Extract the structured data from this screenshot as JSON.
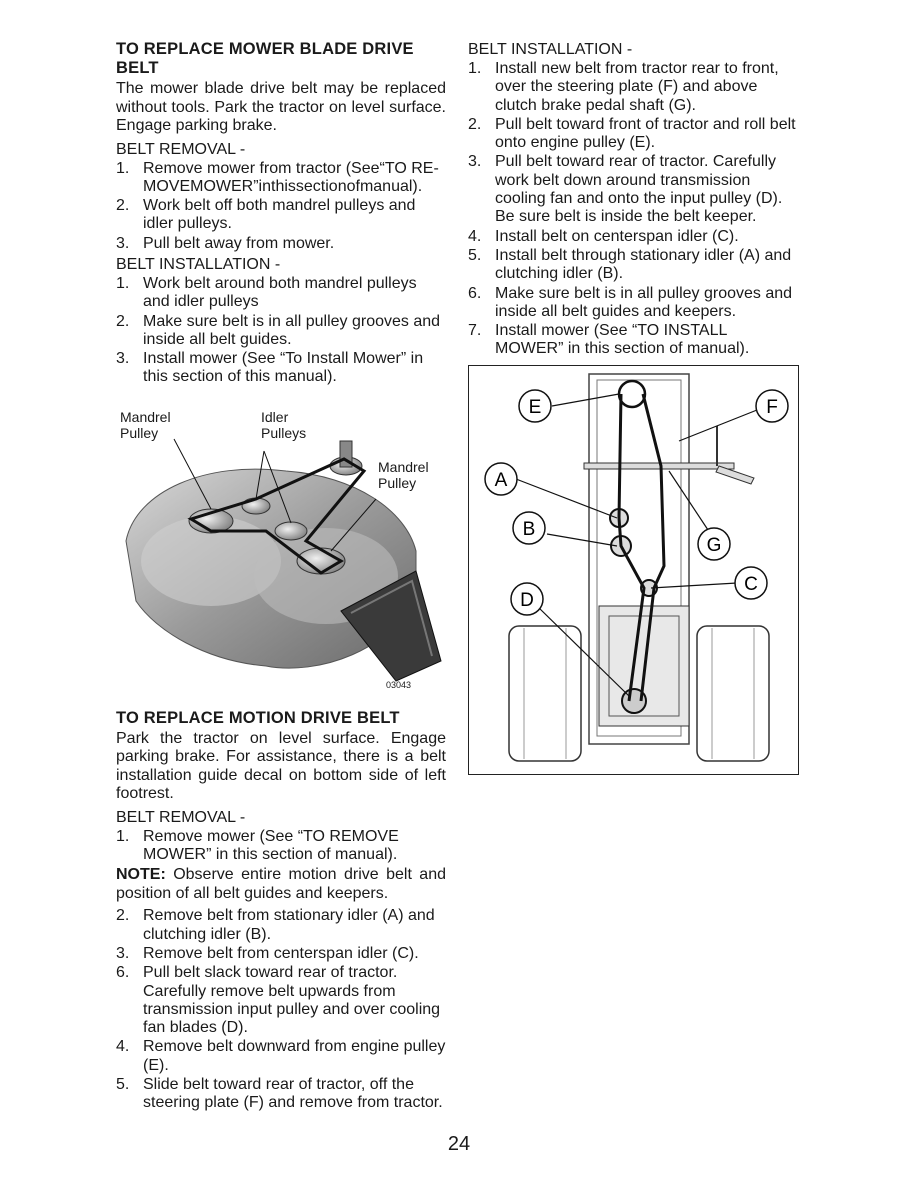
{
  "blade": {
    "heading": "TO REPLACE MOWER BLADE DRIVE BELT",
    "intro": "The mower blade drive belt may be replaced without tools. Park the tractor on level surface. Engage parking brake.",
    "removal_title": "BELT REMOVAL -",
    "removal_steps": [
      {
        "n": "1.",
        "t": "Remove mower from tractor (See“TO RE-MOVEMOWER”inthissectionofmanual)."
      },
      {
        "n": "2.",
        "t": "Work belt off both mandrel pulleys and idler pulleys."
      },
      {
        "n": "3.",
        "t": "Pull belt away from mower."
      }
    ],
    "install_title": "BELT INSTALLATION -",
    "install_steps": [
      {
        "n": "1.",
        "t": "Work belt around both mandrel pulleys and idler pulleys"
      },
      {
        "n": "2.",
        "t": "Make sure belt is in all pulley grooves and inside all belt guides."
      },
      {
        "n": "3.",
        "t": "Install mower (See “To Install Mower” in this section of this manual)."
      }
    ],
    "figure": {
      "label_mandrel_left": "Mandrel Pulley",
      "label_idler": "Idler Pulleys",
      "label_mandrel_right": "Mandrel Pulley",
      "code": "03043"
    }
  },
  "motion": {
    "heading": "TO REPLACE MOTION DRIVE BELT",
    "intro": "Park the tractor on level surface. Engage parking brake. For assistance, there is a belt installation guide decal on bottom side of left footrest.",
    "removal_title": "BELT REMOVAL -",
    "step1": {
      "n": "1.",
      "t": "Remove mower (See “TO REMOVE MOWER” in this section of manual)."
    },
    "note_label": "NOTE:",
    "note_text": " Observe entire motion drive belt and position of all belt guides and keepers.",
    "steps": [
      {
        "n": "2.",
        "t": "Remove belt from stationary idler (A) and clutching idler (B)."
      },
      {
        "n": "3.",
        "t": "Remove belt from centerspan idler (C)."
      },
      {
        "n": "6.",
        "t": "Pull belt slack toward rear of tractor. Carefully remove belt upwards from transmission input pulley and over cooling fan blades (D)."
      },
      {
        "n": "4.",
        "t": "Remove belt downward from engine pulley (E)."
      },
      {
        "n": "5.",
        "t": "Slide belt toward rear of tractor, off the steering plate (F) and remove from tractor."
      }
    ],
    "install_title": "BELT INSTALLATION -",
    "install_steps": [
      {
        "n": "1.",
        "t": "Install new belt from tractor rear to front, over the steering plate (F) and above clutch brake pedal shaft (G)."
      },
      {
        "n": "2.",
        "t": "Pull belt toward front of tractor and roll belt onto engine pulley (E)."
      },
      {
        "n": "3.",
        "t": "Pull belt toward rear of tractor. Carefully work belt down around transmission cooling fan and onto the input pulley (D). Be sure belt is inside the belt keeper."
      },
      {
        "n": "4.",
        "t": "Install belt on centerspan idler (C)."
      },
      {
        "n": "5.",
        "t": "Install belt through stationary idler (A) and clutching idler (B)."
      },
      {
        "n": "6.",
        "t": "Make sure belt is in all pulley grooves and inside all belt guides and keepers."
      },
      {
        "n": "7.",
        "t": "Install mower (See “TO INSTALL MOWER” in this section of manual)."
      }
    ],
    "callouts": [
      "E",
      "F",
      "A",
      "G",
      "B",
      "C",
      "D"
    ]
  },
  "page_number": "24"
}
